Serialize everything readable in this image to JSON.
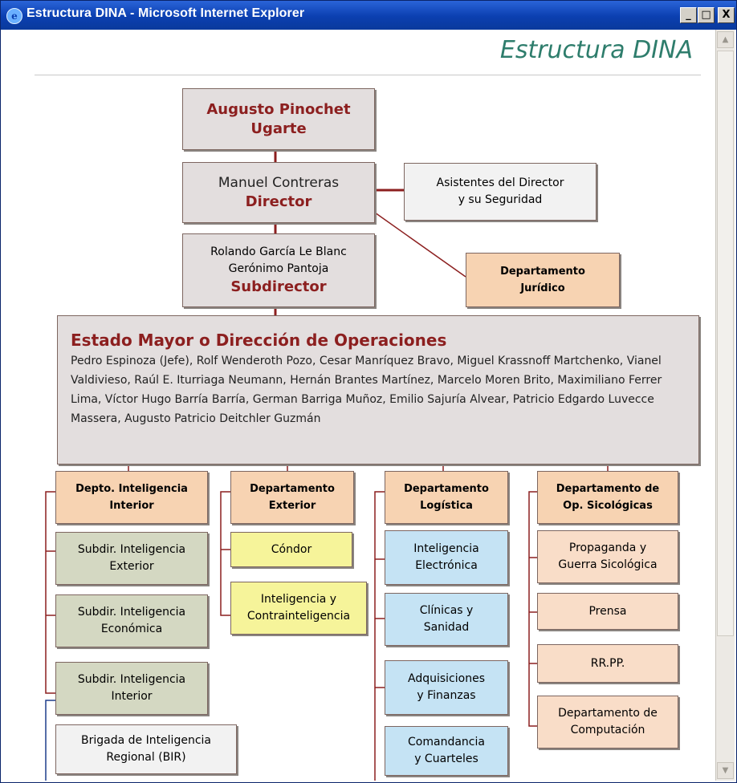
{
  "window": {
    "title": "Estructura DINA - Microsoft Internet Explorer",
    "controls": {
      "minimize": "_",
      "maximize": "□",
      "close": "X"
    }
  },
  "page": {
    "heading": "Estructura DINA"
  },
  "org": {
    "pinochet": {
      "line1": "Augusto Pinochet",
      "line2": "Ugarte"
    },
    "director": {
      "name": "Manuel Contreras",
      "role": "Director"
    },
    "asistentes": {
      "line1": "Asistentes del Director",
      "line2": "y su Seguridad"
    },
    "subdirector": {
      "name1": "Rolando García Le Blanc",
      "name2": "Gerónimo Pantoja",
      "role": "Subdirector"
    },
    "juridico": {
      "line1": "Departamento",
      "line2": "Jurídico"
    },
    "estado_mayor": {
      "title": "Estado Mayor o Dirección de Operaciones",
      "members": "Pedro Espinoza (Jefe), Rolf Wenderoth Pozo, Cesar Manríquez Bravo, Miguel Krassnoff Martchenko, Vianel Valdivieso, Raúl E. Iturriaga Neumann, Hernán Brantes Martínez, Marcelo Moren Brito, Maximiliano Ferrer Lima, Víctor Hugo Barría Barría, German Barriga Muñoz, Emilio Sajuría Alvear, Patricio Edgardo Luvecce Massera, Augusto Patricio Deitchler Guzmán"
    },
    "departments": [
      {
        "line1": "Depto. Inteligencia",
        "line2": "Interior",
        "children": [
          {
            "line1": "Subdir. Inteligencia",
            "line2": "Exterior"
          },
          {
            "line1": "Subdir. Inteligencia",
            "line2": "Económica"
          },
          {
            "line1": "Subdir. Inteligencia",
            "line2": "Interior"
          },
          {
            "line1": "Brigada de Inteligencia",
            "line2": "Regional (BIR)"
          }
        ]
      },
      {
        "line1": "Departamento",
        "line2": "Exterior",
        "children": [
          {
            "line1": "Cóndor",
            "line2": ""
          },
          {
            "line1": "Inteligencia y",
            "line2": "Contrainteligencia"
          }
        ]
      },
      {
        "line1": "Departamento",
        "line2": "Logística",
        "children": [
          {
            "line1": "Inteligencia",
            "line2": "Electrónica"
          },
          {
            "line1": "Clínicas y",
            "line2": "Sanidad"
          },
          {
            "line1": "Adquisiciones",
            "line2": "y Finanzas"
          },
          {
            "line1": "Comandancia",
            "line2": "y Cuarteles"
          }
        ]
      },
      {
        "line1": "Departamento de",
        "line2": "Op. Sicológicas",
        "children": [
          {
            "line1": "Propaganda y",
            "line2": "Guerra Sicológica"
          },
          {
            "line1": "Prensa",
            "line2": ""
          },
          {
            "line1": "RR.PP.",
            "line2": ""
          },
          {
            "line1": "Departamento de",
            "line2": "Computación"
          }
        ]
      }
    ]
  },
  "colors": {
    "connector": "#8c1f1f",
    "connector_blue": "#1f3f8c",
    "heading": "#2e7d6c",
    "titlebar": "#0b3fb0"
  }
}
